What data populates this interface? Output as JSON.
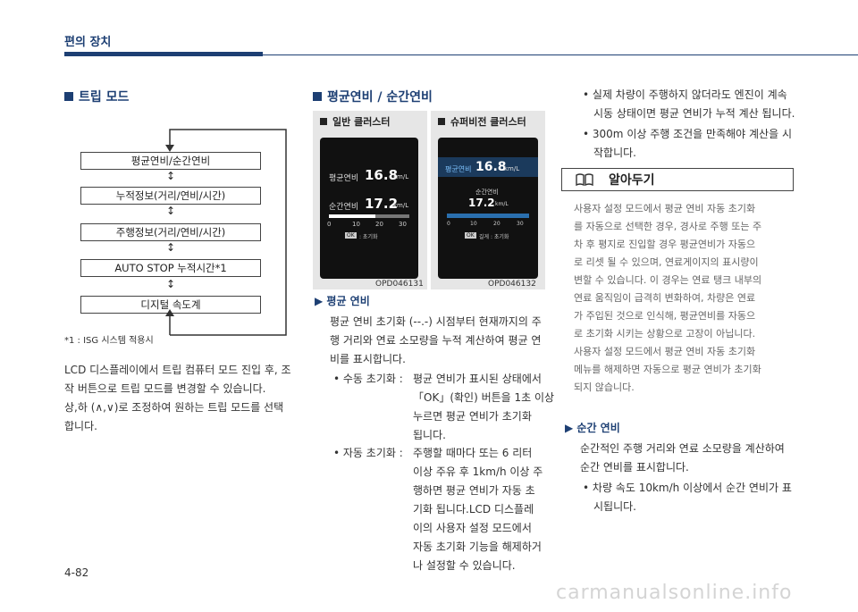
{
  "header": {
    "title": "편의 장치"
  },
  "left": {
    "section_title": "트립 모드",
    "flow": [
      "평균연비/순간연비",
      "누적정보(거리/연비/시간)",
      "주행정보(거리/연비/시간)",
      "AUTO STOP 누적시간*1",
      "디지털 속도계"
    ],
    "footnote": "*1 : ISG 시스템 적용시",
    "paragraphs": [
      "LCD 디스플레이에서 트립 컴퓨터 모드 진입 후, 조",
      "작 버튼으로 트립 모드를 변경할 수 있습니다.",
      "상,하 (∧,∨)로 조정하여 원하는 트립 모드를 선택",
      "합니다."
    ]
  },
  "middle": {
    "section_title": "평균연비 / 순간연비",
    "label_normal": "일반 클러스터",
    "label_super": "슈퍼비전 클러스터",
    "normal_cluster": {
      "avg_label": "평균연비",
      "avg_value": "16.8",
      "avg_unit": "km/L",
      "inst_label": "순간연비",
      "inst_value": "17.2",
      "inst_unit": "km/L",
      "ticks": [
        "0",
        "10",
        "20",
        "30"
      ],
      "ok_text": "OK",
      "reset_text": ": 초기화",
      "code": "OPD046131"
    },
    "super_cluster": {
      "avg_label": "평균연비",
      "avg_value": "16.8",
      "avg_unit": "km/L",
      "inst_label": "순간연비",
      "inst_value": "17.2",
      "inst_unit": "km/L",
      "ticks": [
        "0",
        "10",
        "20",
        "30"
      ],
      "ok_text": "OK",
      "reset_text": "길게 : 초기화",
      "code": "OPD046132"
    },
    "avg_heading": "평균 연비",
    "avg_lines": [
      "평균 연비 초기화 (--.-) 시점부터 현재까지의 주",
      "행 거리와 연료 소모량을 누적 계산하여 평균 연",
      "비를 표시합니다."
    ],
    "manual_label": "• 수동 초기화 :",
    "manual_lines": [
      "평균 연비가 표시된 상태에서",
      "「OK」(확인) 버튼을 1초 이상",
      "누르면 평균 연비가 초기화",
      "됩니다."
    ],
    "auto_label": "• 자동 초기화 :",
    "auto_lines": [
      "주행할 때마다 또는 6 리터",
      "이상 주유 후 1km/h 이상 주",
      "행하면 평균 연비가 자동 초",
      "기화 됩니다.LCD 디스플레",
      "이의 사용자 설정 모드에서",
      "자동 초기화 기능을 해제하거",
      "나 설정할 수 있습니다."
    ]
  },
  "right": {
    "bullets_top": [
      [
        "실제 차량이 주행하지 않더라도 엔진이 계속",
        "시동 상태이면 평균 연비가 누적 계산 됩니다."
      ],
      [
        "300m 이상 주행 조건을 만족해야 계산을 시",
        "작합니다."
      ]
    ],
    "note_title": "알아두기",
    "note_icon": "book-icon",
    "note_lines": [
      "사용자 설정 모드에서 평균 연비 자동 초기화",
      "를 자동으로 선택한 경우, 경사로 주행 또는 주",
      "차 후 평지로 진입할 경우 평균연비가 자동으",
      "로 리셋 될 수 있으며, 연료게이지의 표시량이",
      "변할 수 있습니다.  이 경우는 연료 탱크 내부의",
      "연료 움직임이 급격히 변화하여, 차량은 연료",
      "가 주입된 것으로 인식해, 평균연비를 자동으",
      "로 초기화 시키는 상황으로 고장이 아닙니다.",
      "사용자 설정 모드에서 평균 연비 자동 초기화",
      "메뉴를 해제하면 자동으로 평균 연비가 초기화",
      "되지 않습니다."
    ],
    "inst_heading": "순간 연비",
    "inst_lines": [
      "순간적인 주행 거리와 연료 소모량을 계산하여",
      "순간 연비를 표시합니다."
    ],
    "inst_bullet": [
      "차량 속도 10km/h 이상에서 순간 연비가 표",
      "시됩니다."
    ]
  },
  "footer": {
    "page": "4-82",
    "watermark": "carmanualsonline.info"
  }
}
